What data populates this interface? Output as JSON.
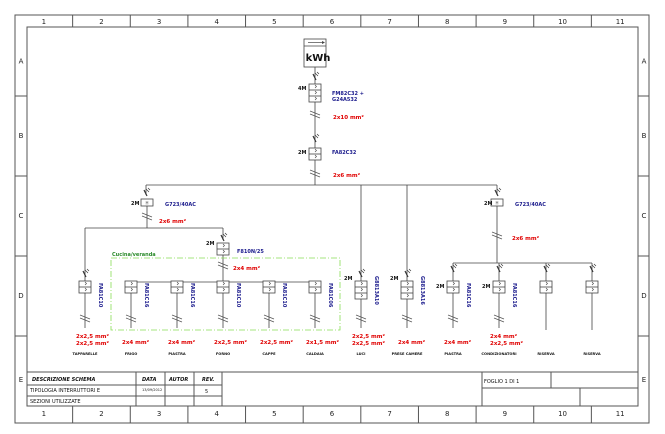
{
  "frame": {
    "columns": [
      "1",
      "2",
      "3",
      "4",
      "5",
      "6",
      "7",
      "8",
      "9",
      "10",
      "11"
    ],
    "rows": [
      "A",
      "B",
      "C",
      "D",
      "E"
    ]
  },
  "meter": {
    "label": "kWh",
    "icon": "energy-meter-icon"
  },
  "main_breaker": {
    "modules": "4M",
    "code_line1": "FM82C32 +",
    "code_line2": "G24A532",
    "section": "2x10 mm²"
  },
  "general_switch": {
    "modules": "2M",
    "code": "FA82C32",
    "section": "2x6 mm²"
  },
  "rcd_left": {
    "modules": "2M",
    "code": "G723/40AC",
    "section": "2x6 mm²"
  },
  "rcd_right": {
    "modules": "2M",
    "code": "G723/40AC",
    "section": "2x6 mm²"
  },
  "sub_breaker": {
    "modules": "2M",
    "code": "F810N/25",
    "section": "2x4 mm²"
  },
  "zone": {
    "label": "Cucina/veranda"
  },
  "circuits": [
    {
      "modules": "",
      "code": "FA81C10",
      "section1": "2x2,5 mm²",
      "section2": "2x2,5 mm²",
      "label": "TAPPARELLE"
    },
    {
      "modules": "",
      "code": "FA81C16",
      "section1": "2x4 mm²",
      "section2": "",
      "label": "FRIGO"
    },
    {
      "modules": "",
      "code": "FA81C16",
      "section1": "2x4 mm²",
      "section2": "",
      "label": "PIASTRA"
    },
    {
      "modules": "",
      "code": "FA81C10",
      "section1": "2x2,5 mm²",
      "section2": "",
      "label": "FORNO"
    },
    {
      "modules": "",
      "code": "FA81C10",
      "section1": "2x2,5 mm²",
      "section2": "",
      "label": "CAPPE"
    },
    {
      "modules": "",
      "code": "FA81C06",
      "section1": "2x1,5 mm²",
      "section2": "",
      "label": "CALDAIA"
    },
    {
      "modules": "2M",
      "code": "G8813A10",
      "section1": "2x2,5 mm²",
      "section2": "2x2,5 mm²",
      "label": "LUCI"
    },
    {
      "modules": "2M",
      "code": "G8813A16",
      "section1": "2x4 mm²",
      "section2": "",
      "label": "PRESE CAMERE"
    },
    {
      "modules": "2M",
      "code": "FA81C16",
      "section1": "2x4 mm²",
      "section2": "",
      "label": "PIASTRA"
    },
    {
      "modules": "2M",
      "code": "FA81C16",
      "section1": "2x4 mm²",
      "section2": "2x2,5 mm²",
      "label": "CONDIZIONATORI"
    },
    {
      "modules": "",
      "code": "",
      "section1": "",
      "section2": "",
      "label": "RISERVA"
    },
    {
      "modules": "",
      "code": "",
      "section1": "",
      "section2": "",
      "label": "RISERVA"
    }
  ],
  "title_block": {
    "desc_header": "DESCRIZIONE SCHEMA",
    "date_header": "DATA",
    "author_header": "AUTOR",
    "rev_header": "REV.",
    "desc_line1": "TIPOLOGIA INTERRUTTORI E",
    "desc_line2": "SEZIONI UTILIZZATE",
    "date_value": "13/09/2012",
    "rev_value": "5",
    "sheet": "FOGLIO 1 DI 1"
  }
}
